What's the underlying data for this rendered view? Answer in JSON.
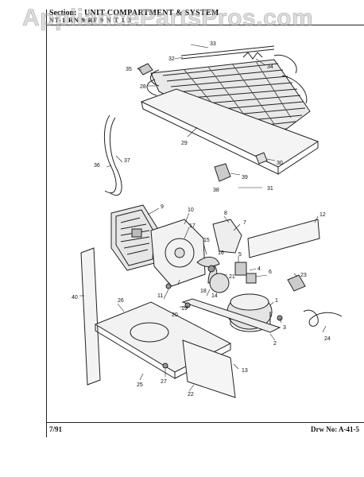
{
  "header": {
    "section_label": "Section:",
    "section_title": "UNIT COMPARTMENT & SYSTEM",
    "model_line": "NT-1   RN   9   RF   9   N T 1 3"
  },
  "footer": {
    "date": "7/91",
    "drawing_number": "Drw No: A-41-5"
  },
  "watermark": "AppliancePartsPros.com",
  "callouts": [
    "33",
    "32",
    "34",
    "35",
    "28",
    "29",
    "30",
    "31",
    "38",
    "39",
    "36",
    "37",
    "9",
    "10",
    "8",
    "7",
    "12",
    "17",
    "15",
    "16",
    "5",
    "6",
    "23",
    "21",
    "4",
    "18",
    "14",
    "11",
    "1",
    "19",
    "20",
    "3",
    "2",
    "24",
    "26",
    "40",
    "13",
    "27",
    "25",
    "22"
  ]
}
